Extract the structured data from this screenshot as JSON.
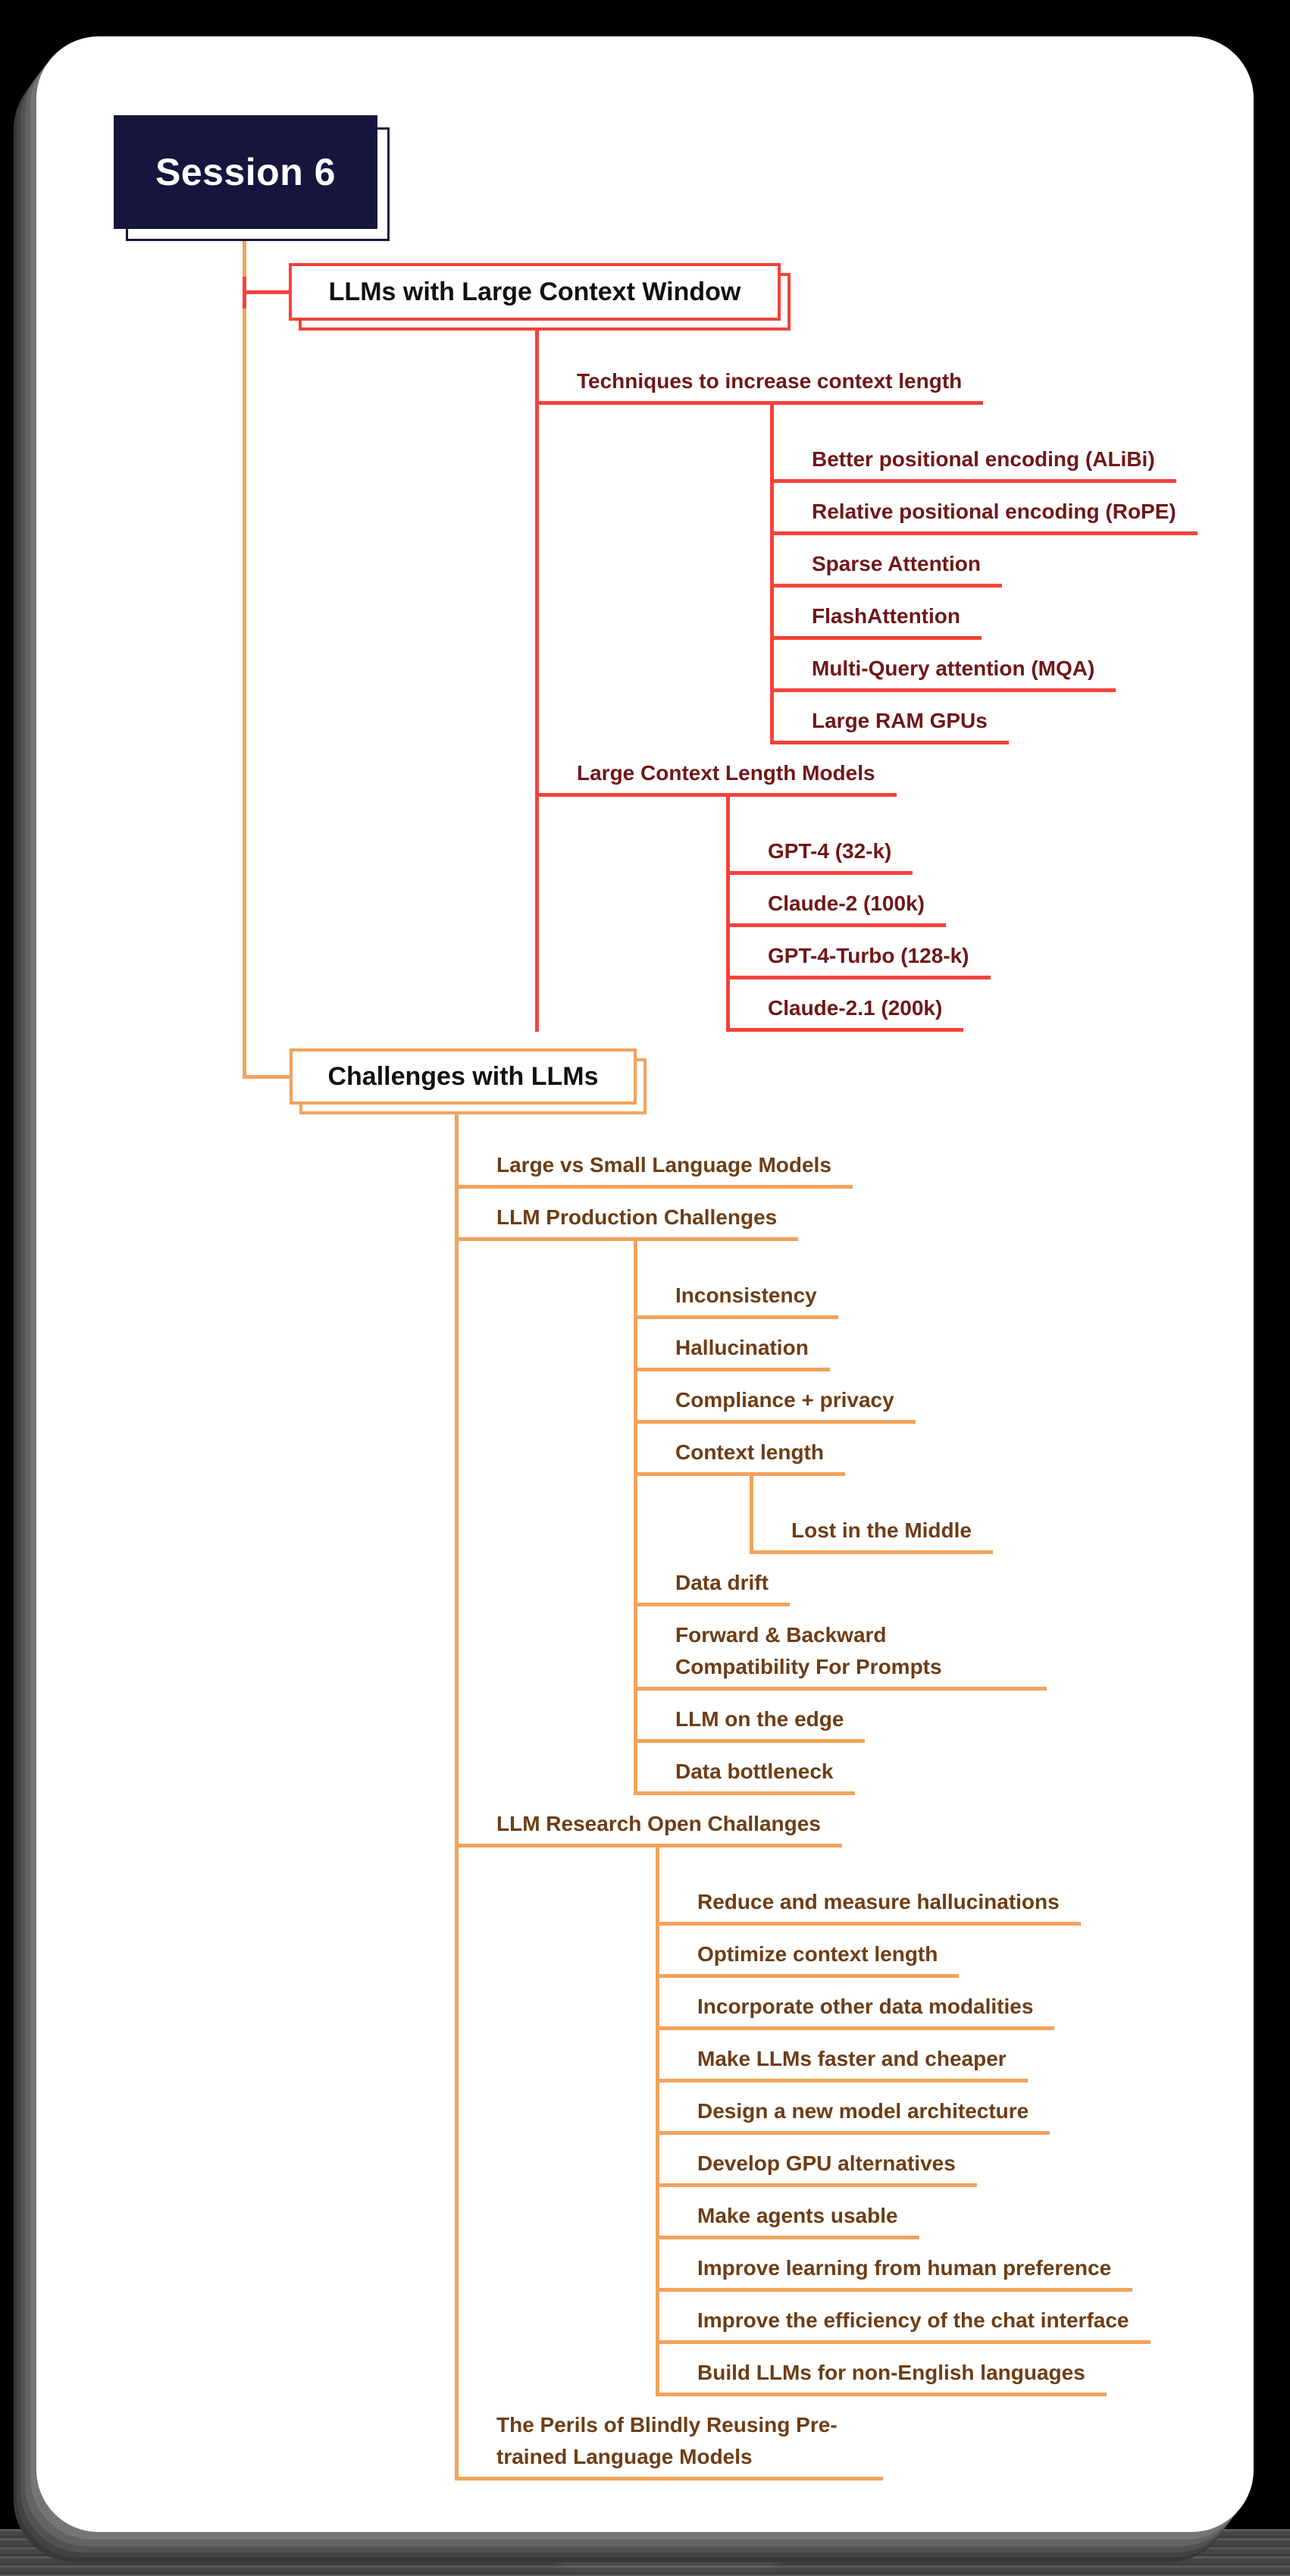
{
  "root": {
    "label": "Session 6"
  },
  "branches": [
    {
      "label": "LLMs with Large Context Window",
      "color_name": "red",
      "children": [
        {
          "label": "Techniques to increase context length",
          "children": [
            {
              "label": "Better positional encoding (ALiBi)"
            },
            {
              "label": "Relative positional encoding (RoPE)"
            },
            {
              "label": "Sparse Attention"
            },
            {
              "label": "FlashAttention"
            },
            {
              "label": "Multi-Query attention (MQA)"
            },
            {
              "label": "Large RAM GPUs"
            }
          ]
        },
        {
          "label": "Large Context Length Models",
          "children": [
            {
              "label": "GPT-4 (32-k)"
            },
            {
              "label": "Claude-2 (100k)"
            },
            {
              "label": "GPT-4-Turbo (128-k)"
            },
            {
              "label": "Claude-2.1 (200k)"
            }
          ]
        }
      ]
    },
    {
      "label": "Challenges with LLMs",
      "color_name": "orange",
      "children": [
        {
          "label": "Large vs Small Language Models"
        },
        {
          "label": "LLM Production Challenges",
          "children": [
            {
              "label": "Inconsistency"
            },
            {
              "label": "Hallucination"
            },
            {
              "label": "Compliance + privacy"
            },
            {
              "label": "Context length",
              "children": [
                {
                  "label": "Lost in the Middle"
                }
              ]
            },
            {
              "label": "Data drift"
            },
            {
              "label": "Forward & Backward Compatibility For Prompts"
            },
            {
              "label": "LLM on the edge"
            },
            {
              "label": "Data bottleneck"
            }
          ]
        },
        {
          "label": "LLM Research Open Challanges",
          "children": [
            {
              "label": "Reduce and measure hallucinations"
            },
            {
              "label": "Optimize context length"
            },
            {
              "label": "Incorporate other data modalities"
            },
            {
              "label": "Make LLMs faster and cheaper"
            },
            {
              "label": "Design a new model architecture"
            },
            {
              "label": "Develop GPU alternatives"
            },
            {
              "label": "Make agents usable"
            },
            {
              "label": "Improve learning from human preference"
            },
            {
              "label": "Improve the efficiency of the chat interface"
            },
            {
              "label": "Build LLMs for non-English languages"
            }
          ]
        },
        {
          "label": "The Perils of Blindly Reusing Pre-trained Language Models"
        }
      ]
    }
  ],
  "colors": {
    "background": "#000000",
    "card": "#ffffff",
    "root_box": "#15153d",
    "root_text": "#ffffff",
    "red_line": "#f4423a",
    "red_text": "#701717",
    "orange_line": "#f3a35c",
    "orange_text": "#6e3d15",
    "box_text": "#111111",
    "footer_band": "#4d4d4d"
  }
}
